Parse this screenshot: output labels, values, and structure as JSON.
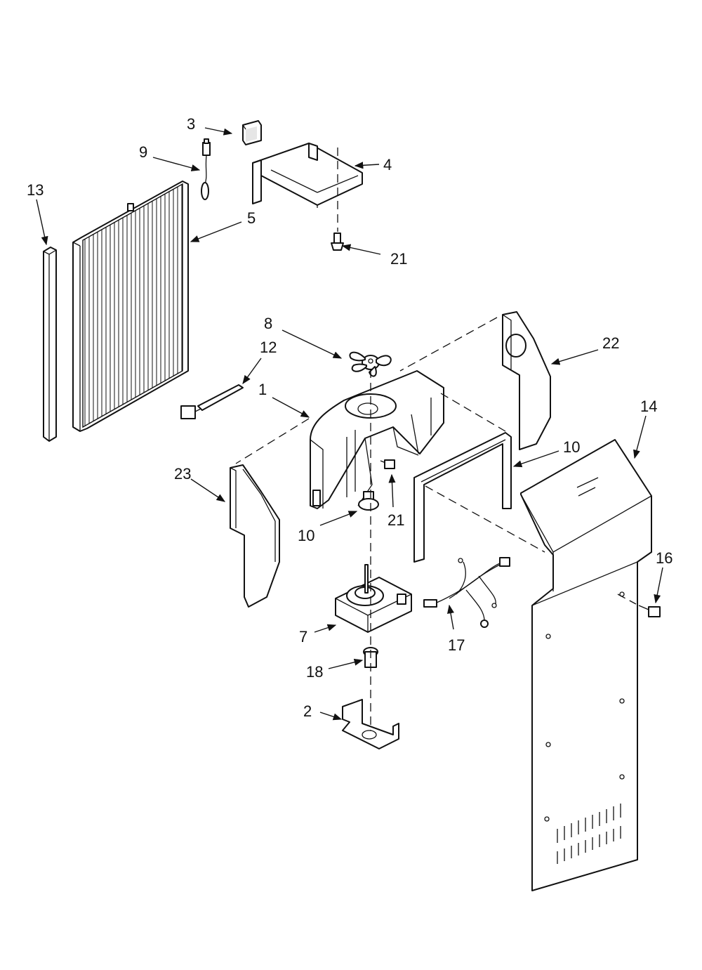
{
  "diagram": {
    "callouts": [
      {
        "id": "c1",
        "text": "1"
      },
      {
        "id": "c2",
        "text": "2"
      },
      {
        "id": "c3",
        "text": "3"
      },
      {
        "id": "c4",
        "text": "4"
      },
      {
        "id": "c5",
        "text": "5"
      },
      {
        "id": "c7",
        "text": "7"
      },
      {
        "id": "c8",
        "text": "8"
      },
      {
        "id": "c9",
        "text": "9"
      },
      {
        "id": "c10a",
        "text": "10"
      },
      {
        "id": "c10b",
        "text": "10"
      },
      {
        "id": "c12",
        "text": "12"
      },
      {
        "id": "c13",
        "text": "13"
      },
      {
        "id": "c14",
        "text": "14"
      },
      {
        "id": "c16",
        "text": "16"
      },
      {
        "id": "c17",
        "text": "17"
      },
      {
        "id": "c18",
        "text": "18"
      },
      {
        "id": "c21a",
        "text": "21"
      },
      {
        "id": "c21b",
        "text": "21"
      },
      {
        "id": "c22",
        "text": "22"
      },
      {
        "id": "c23",
        "text": "23"
      }
    ]
  }
}
